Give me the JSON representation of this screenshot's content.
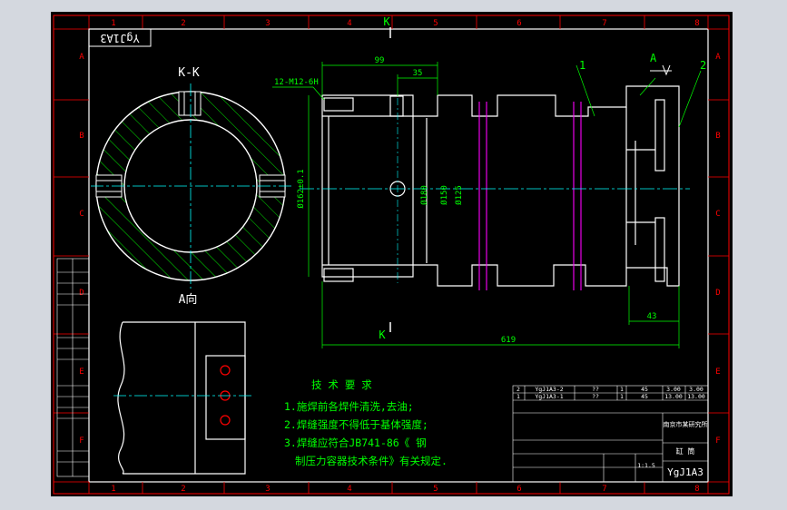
{
  "frame": {
    "columns": [
      "1",
      "2",
      "3",
      "4",
      "5",
      "6",
      "7",
      "8"
    ],
    "rows": [
      "A",
      "B",
      "C",
      "D",
      "E",
      "F"
    ]
  },
  "drawing_number_mirrored": "YgJ1A3",
  "section_label": "K-K",
  "view_a_label": "A向",
  "arrow_a": "A",
  "cut_marker": "K",
  "balloons": [
    "1",
    "2"
  ],
  "dimensions": {
    "d99": "99",
    "d35": "35",
    "thread": "12-M12-6H",
    "d43": "43",
    "d619": "619",
    "dia162": "Ø162±0.1",
    "dia180": "Ø180",
    "dia150": "Ø150",
    "dia125": "Ø125"
  },
  "tech_requirements": {
    "heading": "技 术 要 求",
    "items": [
      "1.施焊前各焊件清洗,去油;",
      "2.焊缝强度不得低于基体强度;",
      "3.焊缝应符合JB741-86《 钢",
      "制压力容器技术条件》有关规定."
    ]
  },
  "title_block": {
    "rows": [
      [
        "2",
        "YgJ1A3-2",
        "??",
        "1",
        "45",
        "3.00",
        "3.00"
      ],
      [
        "1",
        "YgJ1A3-1",
        "??",
        "1",
        "45",
        "13.00",
        "13.00"
      ]
    ],
    "scale": "1:1.5",
    "drawing_no": "YgJ1A3",
    "title": "缸 筒",
    "company": "南京市某研究所"
  },
  "colors": {
    "background": "#000000",
    "frame": "#ff0000",
    "geometry": "#ffffff",
    "dimension": "#00ff00",
    "centerline": "#00ffff",
    "hatch": "#00ff00",
    "bolt": "#ff00ff"
  }
}
